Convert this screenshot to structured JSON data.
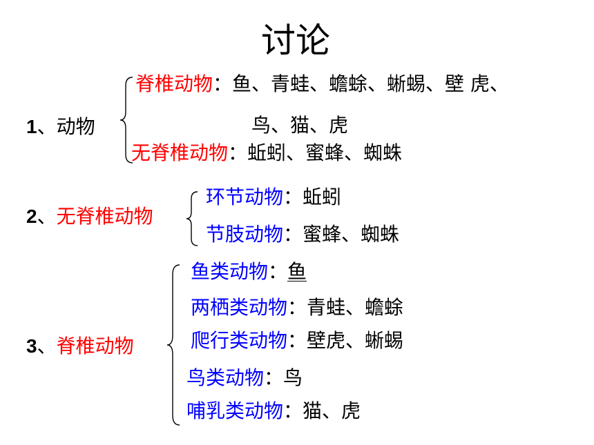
{
  "title": "讨论",
  "sep": "、",
  "colon": "：",
  "s1": {
    "num": "1",
    "label": "动物",
    "a_name": "脊椎动物",
    "a_items1": "鱼、青蛙、蟾蜍、蜥蜴、壁 虎、",
    "a_items2": "鸟、猫、虎",
    "b_name": "无脊椎动物",
    "b_items": "蚯蚓、蜜蜂、蜘蛛"
  },
  "s2": {
    "num": "2",
    "label": "无脊椎动物",
    "a_name": "环节动物",
    "a_items": "蚯蚓",
    "b_name": "节肢动物",
    "b_items": "蜜蜂、蜘蛛"
  },
  "s3": {
    "num": "3",
    "label": "脊椎动物",
    "rows": [
      {
        "name": "鱼类动物",
        "items": "鱼"
      },
      {
        "name": "两栖类动物",
        "items": "青蛙、蟾蜍"
      },
      {
        "name": "爬行类动物",
        "items": "壁虎、蜥蜴"
      },
      {
        "name": "鸟类动物",
        "items": "鸟"
      },
      {
        "name": "哺乳类动物",
        "items": "猫、虎"
      }
    ]
  },
  "colors": {
    "red": "#ff0000",
    "blue": "#0000ff",
    "text": "#000000"
  }
}
